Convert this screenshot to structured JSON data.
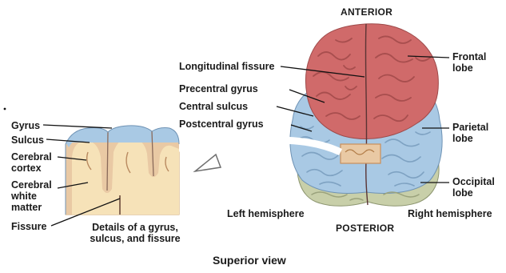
{
  "orientation": {
    "top": "ANTERIOR",
    "bottom": "POSTERIOR"
  },
  "brain_labels": {
    "longitudinal_fissure": "Longitudinal fissure",
    "precentral_gyrus": "Precentral gyrus",
    "central_sulcus": "Central sulcus",
    "postcentral_gyrus": "Postcentral gyrus",
    "frontal_lobe": [
      "Frontal",
      "lobe"
    ],
    "parietal_lobe": [
      "Parietal",
      "lobe"
    ],
    "occipital_lobe": [
      "Occipital",
      "lobe"
    ],
    "left_hemisphere": "Left hemisphere",
    "right_hemisphere": "Right hemisphere"
  },
  "detail_labels": {
    "gyrus": "Gyrus",
    "sulcus": "Sulcus",
    "cerebral_cortex": [
      "Cerebral",
      "cortex"
    ],
    "cerebral_white_matter": [
      "Cerebral",
      "white",
      "matter"
    ],
    "fissure": "Fissure",
    "caption": [
      "Details of a gyrus,",
      "sulcus, and fissure"
    ]
  },
  "view_title": "Superior view",
  "colors": {
    "frontal": "#d06a6a",
    "parietal": "#a9c9e4",
    "occipital": "#c8cfa9",
    "cortex": "#e9c9a4",
    "white_matter": "#f6e2b8",
    "leader": "#111111"
  }
}
